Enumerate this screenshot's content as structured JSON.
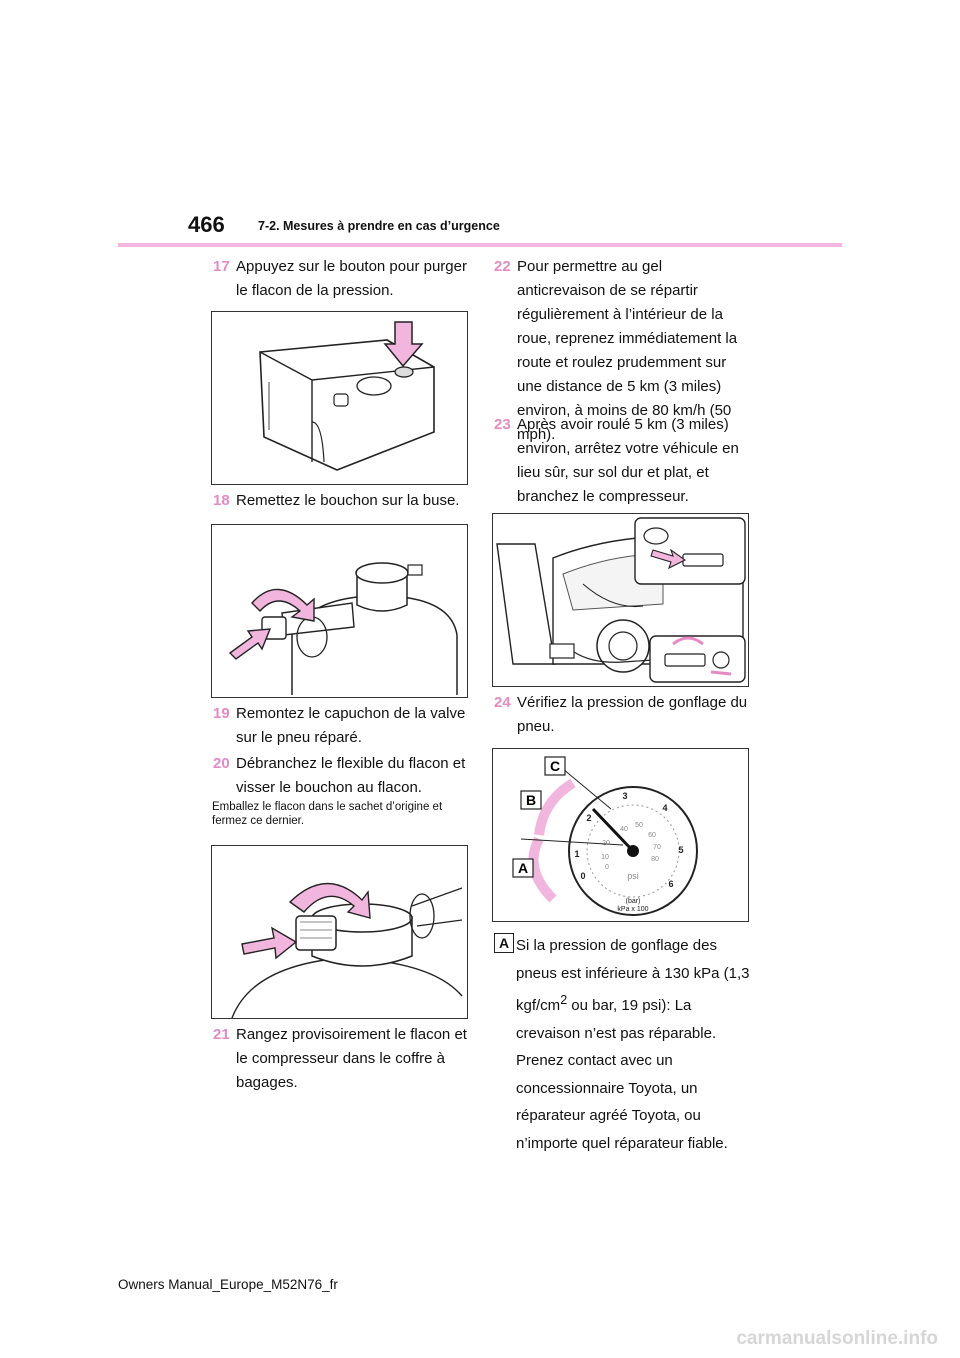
{
  "header": {
    "page_number": "466",
    "section_title": "7-2. Mesures à prendre en cas d’urgence"
  },
  "steps": {
    "s17": {
      "num": "17",
      "text": "Appuyez sur le bouton pour purger le flacon de la pression."
    },
    "s18": {
      "num": "18",
      "text": "Remettez le bouchon sur la buse."
    },
    "s19": {
      "num": "19",
      "text": "Remontez le capuchon de la valve sur le pneu réparé."
    },
    "s20": {
      "num": "20",
      "text": "Débranchez le flexible du flacon et visser le bouchon au flacon."
    },
    "s20_note": "Emballez le flacon dans le sachet d’origine et fermez ce dernier.",
    "s21": {
      "num": "21",
      "text": "Rangez provisoirement le flacon et le compresseur dans le coffre à bagages."
    },
    "s22": {
      "num": "22",
      "text": "Pour permettre au gel anticrevaison de se répartir régulièrement à l’intérieur de la roue, reprenez immédiatement la route et roulez prudemment sur une distance de 5 km (3 miles) environ, à moins de 80 km/h (50 mph)."
    },
    "s23": {
      "num": "23",
      "text": "Après avoir roulé 5 km (3 miles) environ, arrêtez votre véhicule en lieu sûr, sur sol dur et plat, et branchez le compresseur."
    },
    "s24": {
      "num": "24",
      "text": "Vérifiez la pression de gonflage du pneu."
    }
  },
  "gauge": {
    "labels": [
      "A",
      "B",
      "C"
    ],
    "bar_ticks": [
      "0",
      "1",
      "2",
      "3",
      "4",
      "5",
      "6"
    ],
    "psi_ticks": [
      "0",
      "10",
      "20",
      "40",
      "50",
      "60",
      "70",
      "80"
    ],
    "psi_unit": "psi",
    "bar_unit": "(bar)",
    "kpa_unit": "kPa x 100"
  },
  "note_a": {
    "label": "A",
    "text_1": "Si la pression de gonflage des pneus est inférieure à 130 kPa (1,3 kgf/cm",
    "sup": "2",
    "text_2": " ou bar, 19 psi): La crevaison n’est pas réparable. Prenez contact avec un concessionnaire Toyota, un réparateur agréé Toyota, ou n’importe quel réparateur fiable."
  },
  "footer": {
    "text": "Owners Manual_Europe_M52N76_fr"
  },
  "watermark": {
    "text": "carmanualsonline.info"
  },
  "colors": {
    "accent": "#e58ac4",
    "rule": "#f4b6de",
    "arrow_fill": "#f2b6de"
  }
}
